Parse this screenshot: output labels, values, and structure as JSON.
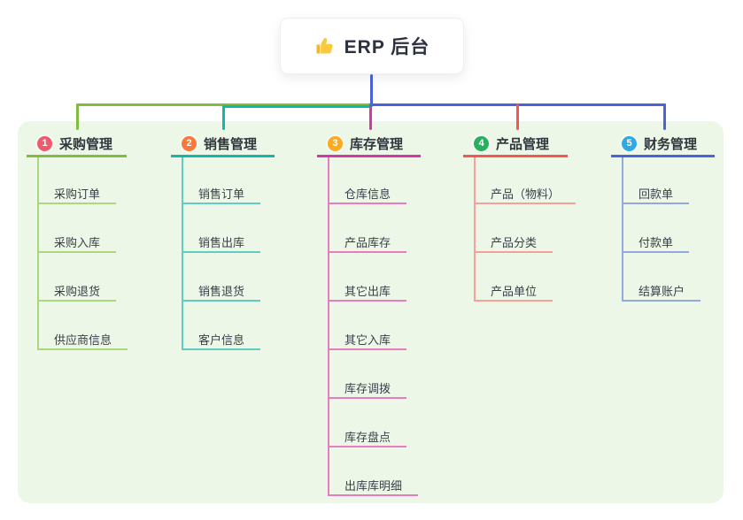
{
  "root": {
    "icon": "thumbs-up-icon",
    "title": "ERP 后台"
  },
  "colors": {
    "canvas_bg": "#ffffff",
    "panel_bg": "#ecf7e8",
    "root_line": "#4b62d8",
    "title_text": "#2c3140",
    "branch_text": "#31353c",
    "item_text": "#3a3f47"
  },
  "branches": [
    {
      "badge": "1",
      "label": "采购管理",
      "badge_color": "#ee5b6c",
      "line_color": "#82bc3f",
      "light_line_color": "#abd77f",
      "items": [
        "采购订单",
        "采购入库",
        "采购退货",
        "供应商信息"
      ]
    },
    {
      "badge": "2",
      "label": "销售管理",
      "badge_color": "#f8793c",
      "line_color": "#12b7aa",
      "light_line_color": "#5fcdc2",
      "items": [
        "销售订单",
        "销售出库",
        "销售退货",
        "客户信息"
      ]
    },
    {
      "badge": "3",
      "label": "库存管理",
      "badge_color": "#fbab1d",
      "line_color": "#cf3aa4",
      "light_line_color": "#e87cc0",
      "items": [
        "仓库信息",
        "产品库存",
        "其它出库",
        "其它入库",
        "库存调拨",
        "库存盘点",
        "出库库明细"
      ]
    },
    {
      "badge": "4",
      "label": "产品管理",
      "badge_color": "#27b05e",
      "line_color": "#f4574f",
      "light_line_color": "#f7a09a",
      "items": [
        "产品（物料）",
        "产品分类",
        "产品单位"
      ]
    },
    {
      "badge": "5",
      "label": "财务管理",
      "badge_color": "#2ea9e5",
      "line_color": "#4b62d8",
      "light_line_color": "#93a9de",
      "items": [
        "回款单",
        "付款单",
        "结算账户"
      ]
    }
  ]
}
